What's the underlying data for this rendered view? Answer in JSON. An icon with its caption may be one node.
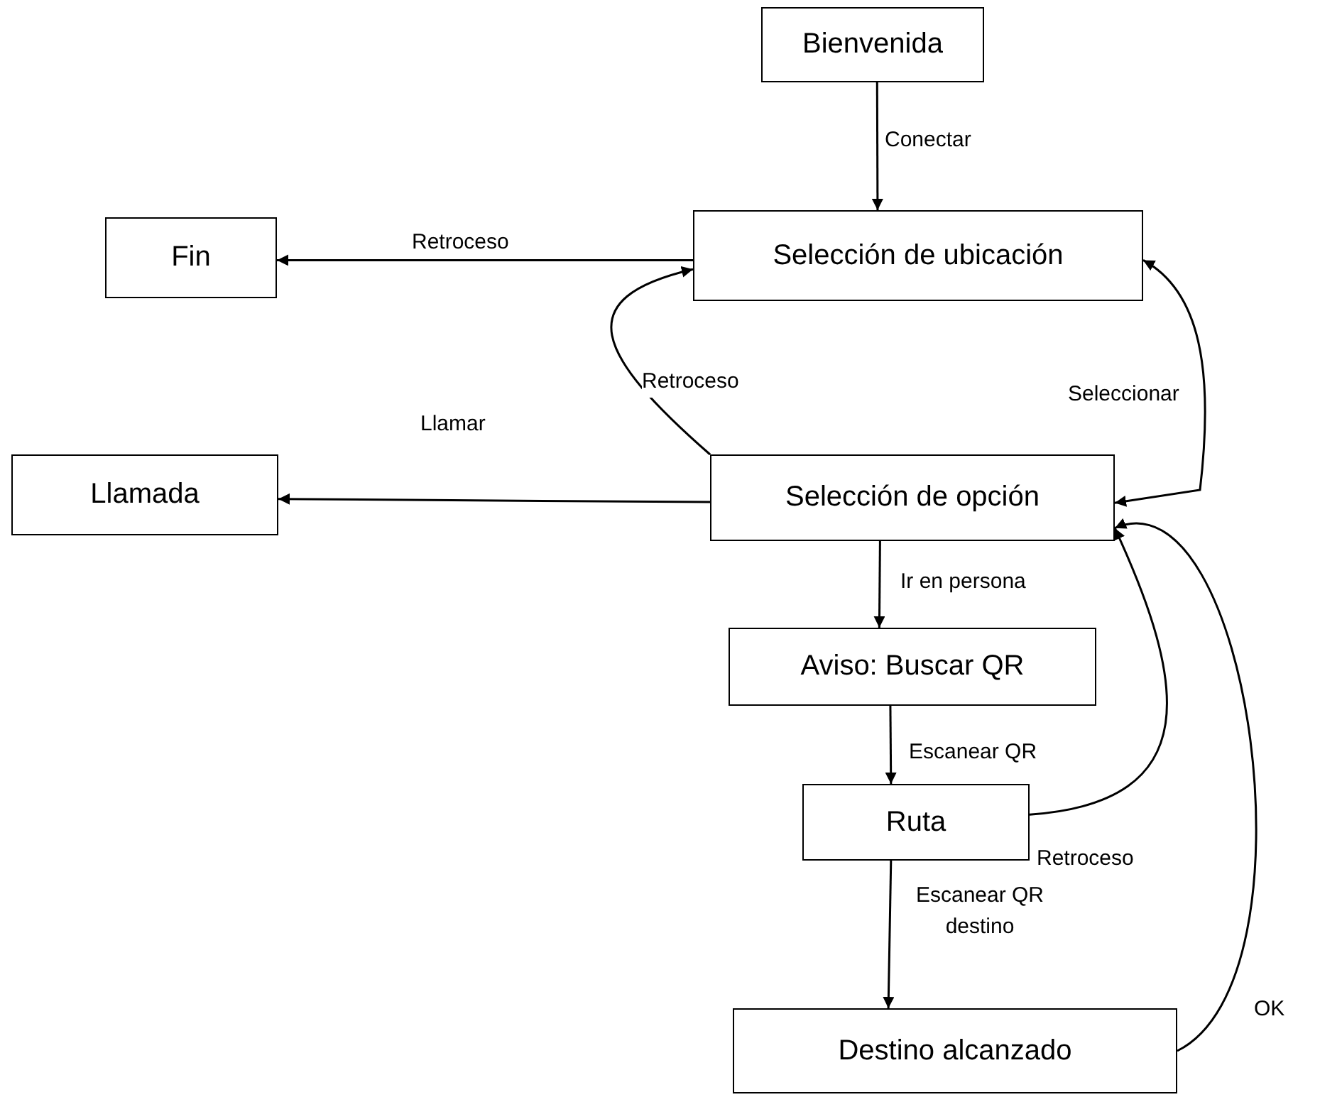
{
  "diagram": {
    "nodes": [
      {
        "text": [
          "Bienvenida"
        ]
      },
      {
        "text": [
          "Selección de ubicación"
        ]
      },
      {
        "text": [
          "Fin"
        ]
      },
      {
        "text": [
          "Llamada"
        ]
      },
      {
        "text": [
          "Selección de opción"
        ]
      },
      {
        "text": [
          "Aviso: Buscar QR"
        ]
      },
      {
        "text": [
          "Ruta"
        ]
      },
      {
        "text": [
          "Destino alcanzado"
        ]
      }
    ],
    "edges": [
      {
        "from": 0,
        "to": 1,
        "arrow": "to",
        "label": "Conectar"
      },
      {
        "from": 1,
        "to": 2,
        "arrow": "to",
        "label": "Retroceso"
      },
      {
        "from": 4,
        "to": 1,
        "arrow": "to",
        "label": "Retroceso"
      },
      {
        "from": 4,
        "to": 1,
        "arrow": "both",
        "label": "Seleccionar"
      },
      {
        "from": 4,
        "to": 3,
        "arrow": "to",
        "label": "Llamar"
      },
      {
        "from": 4,
        "to": 5,
        "arrow": "to",
        "label": "Ir en persona"
      },
      {
        "from": 5,
        "to": 6,
        "arrow": "to",
        "label": "Escanear QR"
      },
      {
        "from": 6,
        "to": 4,
        "arrow": "to",
        "label": "Retroceso"
      },
      {
        "from": 6,
        "to": 7,
        "arrow": "to",
        "label": "Escanear QR destino"
      },
      {
        "from": 7,
        "to": 4,
        "arrow": "to",
        "label": "OK"
      }
    ]
  }
}
